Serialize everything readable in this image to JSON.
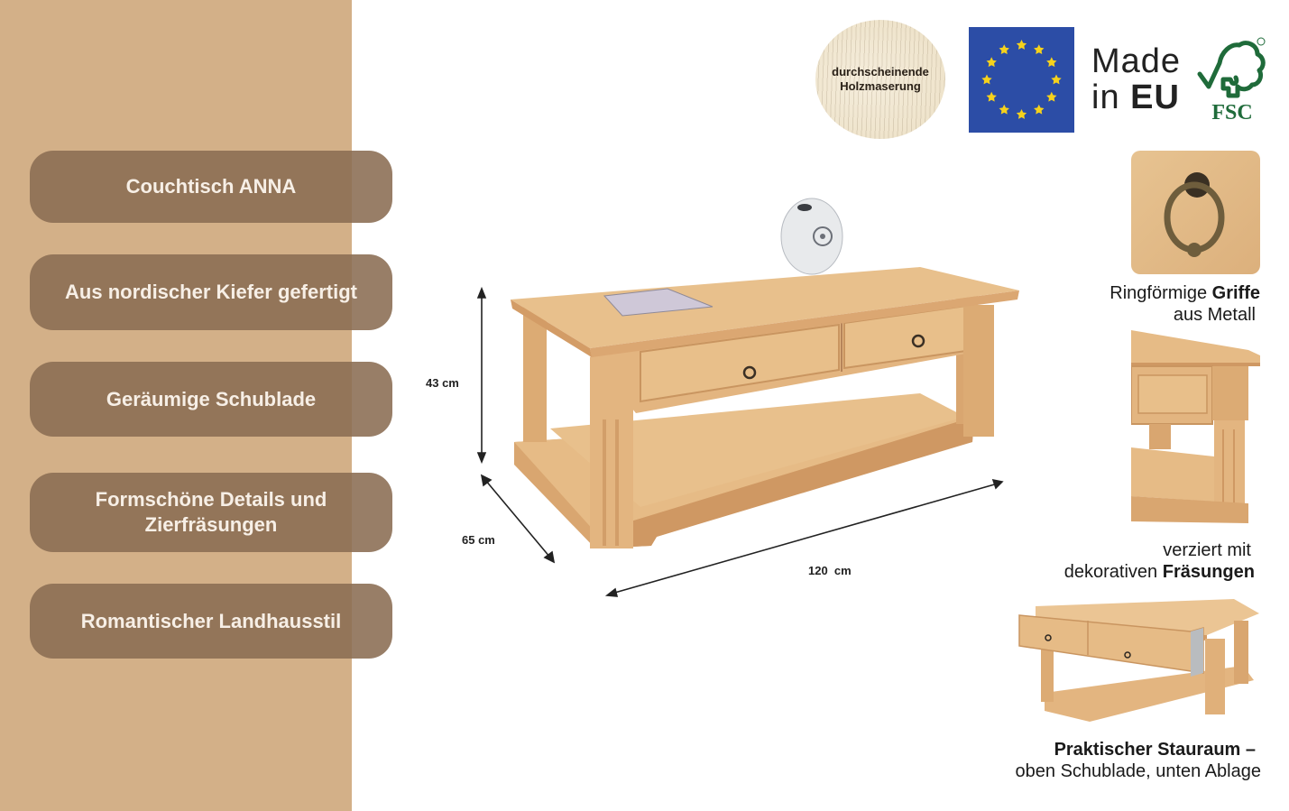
{
  "colors": {
    "sidebar_background": "#d3b088",
    "pill_background": "#8a6c52",
    "pill_text": "#f7efe6",
    "wood_light": "#e8c08c",
    "wood_mid": "#dcab74",
    "wood_dark": "#c89562",
    "eu_blue": "#2c4da6",
    "eu_star": "#f6d21c",
    "fsc_green": "#1f6b3a"
  },
  "features": [
    {
      "label": "Couchtisch ANNA"
    },
    {
      "label": "Aus nordischer Kiefer gefertigt"
    },
    {
      "label": "Geräumige Schublade"
    },
    {
      "label": "Formschöne Details und Zierfräsungen"
    },
    {
      "label": "Romantischer Landhausstil"
    }
  ],
  "badges": {
    "wood_grain": {
      "line1": "durchscheinende",
      "line2": "Holzmaserung"
    },
    "eu_flag": {
      "icon": "eu-flag-icon",
      "stars": 12
    },
    "made_in": {
      "line1": "Made",
      "line2_prefix": "in ",
      "line2_bold": "EU"
    },
    "fsc": {
      "label": "FSC",
      "registered": "®"
    }
  },
  "dimensions": {
    "height": "43 cm",
    "depth": "65 cm",
    "width": "120  cm"
  },
  "details": [
    {
      "icon": "ring-handle-photo",
      "caption_normal": "Ringförmige ",
      "caption_bold": "Griffe",
      "caption_line2": "aus Metall"
    },
    {
      "icon": "carved-leg-photo",
      "caption_line1": "verziert mit",
      "caption_normal": "dekorativen ",
      "caption_bold": "Fräsungen"
    },
    {
      "icon": "open-drawer-photo",
      "caption_bold": "Praktischer Stauraum –",
      "caption_line2": "oben Schublade, unten Ablage"
    }
  ]
}
